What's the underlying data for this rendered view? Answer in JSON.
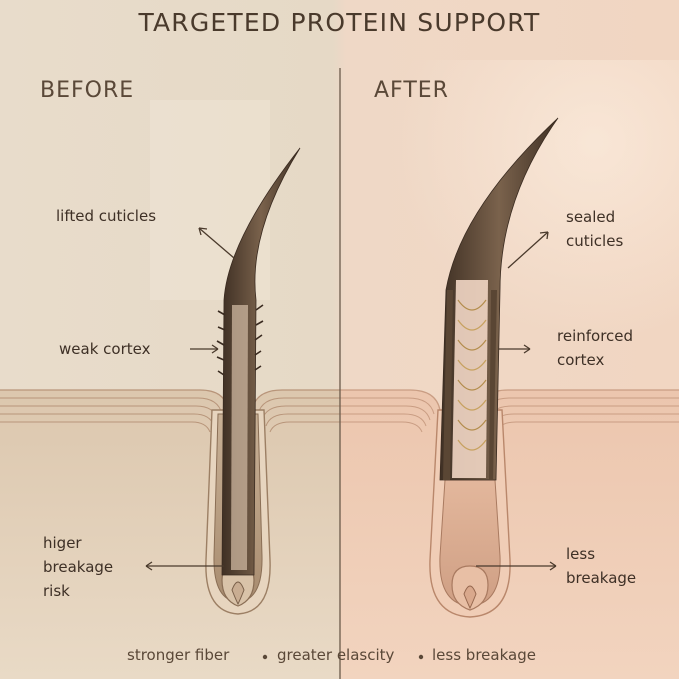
{
  "title": "TARGETED PROTEIN SUPPORT",
  "panels": {
    "before": "BEFORE",
    "after": "AFTER"
  },
  "before_labels": {
    "cuticles": "lifted cuticles",
    "cortex": "weak cortex",
    "risk": [
      "higer",
      "breakage",
      "risk"
    ]
  },
  "after_labels": {
    "cuticles": [
      "sealed",
      "cuticles"
    ],
    "cortex": [
      "reinforced",
      "cortex"
    ],
    "breakage": [
      "less",
      "breakage"
    ]
  },
  "footer": {
    "item1": "stronger fiber",
    "item2": "greater elascity",
    "item3": "less breakage"
  },
  "colors": {
    "text": "#4a3a2c",
    "divider": "#6b5a4a",
    "hair": "#5a4634",
    "skin_line": "#b8957a"
  }
}
